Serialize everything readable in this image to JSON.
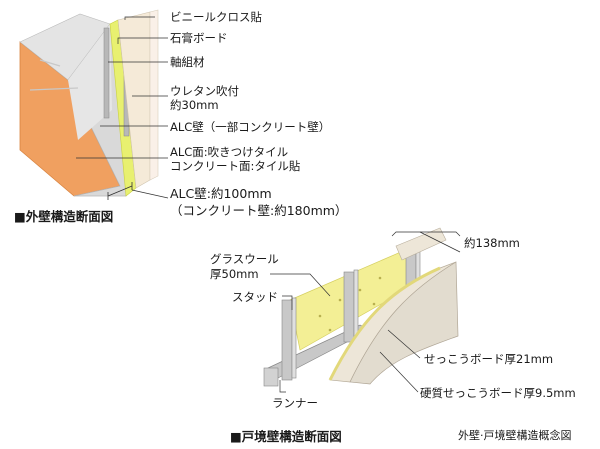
{
  "exterior": {
    "labels": {
      "vinyl_cloth": "ビニールクロス貼",
      "gypsum_board": "石膏ボード",
      "framing": "軸組材",
      "urethan_l1": "ウレタン吹付",
      "urethan_l2": "約30mm",
      "alc_wall": "ALC壁（一部コンクリート壁）",
      "finish_l1": "ALC面:吹きつけタイル",
      "finish_l2": "コンクリート面:タイル貼",
      "thick_l1": "ALC壁:約100mm",
      "thick_l2": "（コンクリート壁:約180mm）"
    },
    "caption": "■外壁構造断面図",
    "colors": {
      "concrete_face": "#f0a060",
      "urethane": "#e8f070",
      "alc": "#dadada",
      "board": "#f5ead8"
    }
  },
  "partition": {
    "labels": {
      "thickness": "約138mm",
      "glasswool_l1": "グラスウール",
      "glasswool_l2": "厚50mm",
      "stud": "スタッド",
      "board21": "せっこうボード厚21mm",
      "board95": "硬質せっこうボード厚9.5mm",
      "runner": "ランナー"
    },
    "caption": "■戸境壁構造断面図",
    "colors": {
      "glasswool": "#f3ef95",
      "board": "#ede6d8",
      "steel": "#c8c8c8"
    }
  },
  "footer": {
    "note": "外壁·戸境壁構造概念図"
  }
}
